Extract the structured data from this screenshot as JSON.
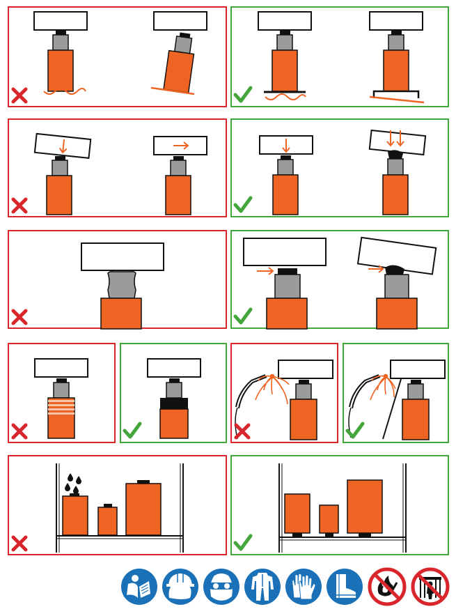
{
  "colors": {
    "orange": "#ee6423",
    "gray": "#9b9b9b",
    "black": "#111111",
    "bad_border": "#d9262c",
    "good_border": "#43a53a",
    "mandatory_blue": "#1a71b8",
    "prohibition_red": "#d9262c"
  },
  "panels": [
    {
      "id": "uneven-ground-wrong",
      "verdict": "wrong"
    },
    {
      "id": "uneven-ground-right",
      "verdict": "right"
    },
    {
      "id": "inclined-load-wrong",
      "verdict": "wrong"
    },
    {
      "id": "inclined-load-right",
      "verdict": "right"
    },
    {
      "id": "plunger-contact-wrong",
      "verdict": "wrong"
    },
    {
      "id": "plunger-contact-right",
      "verdict": "right"
    },
    {
      "id": "overextension-wrong",
      "verdict": "wrong"
    },
    {
      "id": "overextension-right",
      "verdict": "right"
    },
    {
      "id": "welding-wrong",
      "verdict": "wrong"
    },
    {
      "id": "welding-right",
      "verdict": "right"
    },
    {
      "id": "storage-wrong",
      "verdict": "wrong"
    },
    {
      "id": "storage-right",
      "verdict": "right"
    }
  ],
  "safety_signs": [
    {
      "icon": "read-manual-icon",
      "type": "mandatory"
    },
    {
      "icon": "hard-hat-icon",
      "type": "mandatory"
    },
    {
      "icon": "safety-goggles-icon",
      "type": "mandatory"
    },
    {
      "icon": "protective-suit-icon",
      "type": "mandatory"
    },
    {
      "icon": "gloves-icon",
      "type": "mandatory"
    },
    {
      "icon": "safety-boots-icon",
      "type": "mandatory"
    },
    {
      "icon": "no-fire-icon",
      "type": "prohibition"
    },
    {
      "icon": "no-person-under-load-icon",
      "type": "prohibition"
    }
  ]
}
